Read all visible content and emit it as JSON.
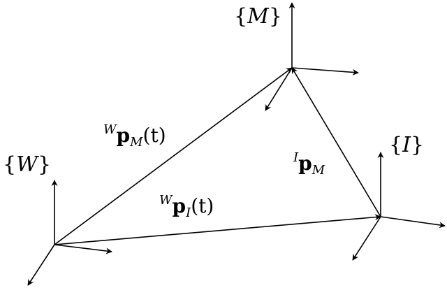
{
  "frames": {
    "world": {
      "symbol": "W"
    },
    "marker": {
      "symbol": "M"
    },
    "imu": {
      "symbol": "I"
    }
  },
  "vectors": {
    "world_to_marker": {
      "superscript": "W",
      "vector": "p",
      "subscript": "M",
      "argument": "(t)"
    },
    "world_to_imu": {
      "superscript": "W",
      "vector": "p",
      "subscript": "I",
      "argument": "(t)"
    },
    "imu_to_marker": {
      "superscript": "I",
      "vector": "p",
      "subscript": "M",
      "argument": ""
    }
  },
  "colors": {
    "ink": "#000000",
    "background": "#ffffff"
  }
}
